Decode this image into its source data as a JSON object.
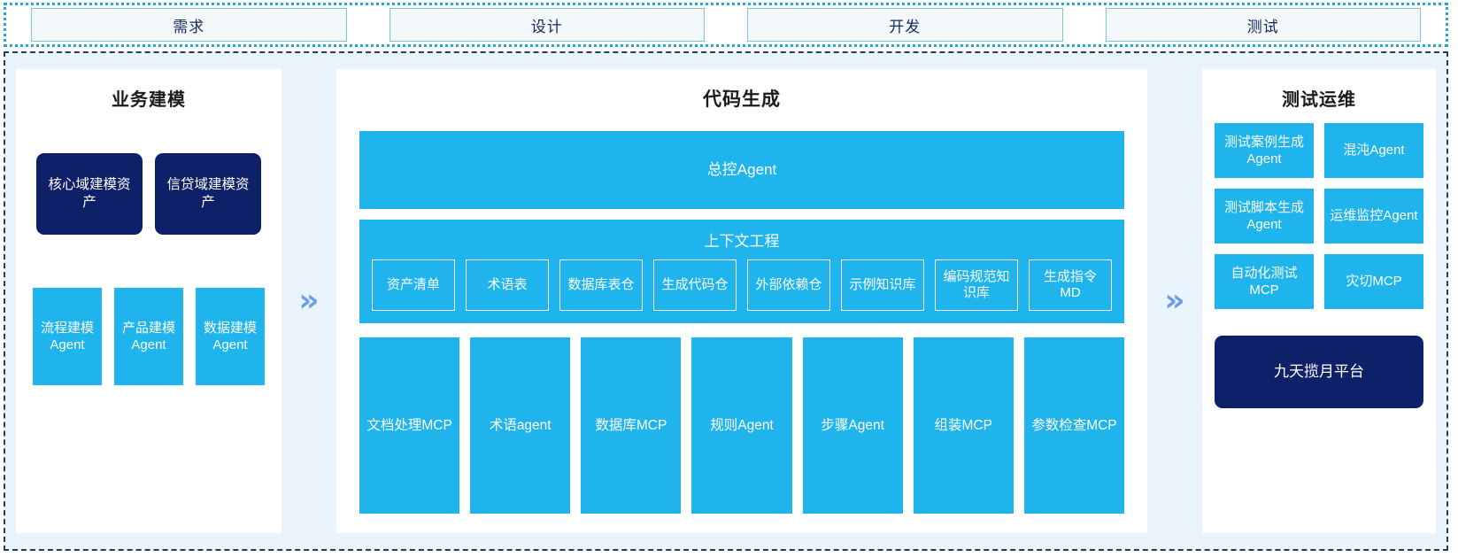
{
  "stages": {
    "items": [
      {
        "label": "需求"
      },
      {
        "label": "设计"
      },
      {
        "label": "开发"
      },
      {
        "label": "测试"
      }
    ]
  },
  "arrows": {
    "glyph_left": "»",
    "glyph_right": "»"
  },
  "colors": {
    "cyan": "#1fb4ec",
    "navy": "#0d2068",
    "panel_bg": "#ffffff",
    "body_bg": "#e9f4fc",
    "arrow": "#6d9de8",
    "stage_border": "#7cc4dd",
    "stage_text": "#12295e"
  },
  "left_panel": {
    "title": "业务建模",
    "assets": [
      {
        "label": "核心域建模资产"
      },
      {
        "label": "信贷域建模资产"
      }
    ],
    "agents": [
      {
        "label": "流程建模Agent"
      },
      {
        "label": "产品建模Agent"
      },
      {
        "label": "数据建模Agent"
      }
    ]
  },
  "middle_panel": {
    "title": "代码生成",
    "master_agent": {
      "label": "总控Agent"
    },
    "context": {
      "title": "上下文工程",
      "items": [
        {
          "label": "资产清单"
        },
        {
          "label": "术语表"
        },
        {
          "label": "数据库表仓"
        },
        {
          "label": "生成代码仓"
        },
        {
          "label": "外部依赖仓"
        },
        {
          "label": "示例知识库"
        },
        {
          "label": "编码规范知识库"
        },
        {
          "label": "生成指令MD"
        }
      ]
    },
    "tools": [
      {
        "label": "文档处理MCP"
      },
      {
        "label": "术语agent"
      },
      {
        "label": "数据库MCP"
      },
      {
        "label": "规则Agent"
      },
      {
        "label": "步骤Agent"
      },
      {
        "label": "组装MCP"
      },
      {
        "label": "参数检查MCP"
      }
    ]
  },
  "right_panel": {
    "title": "测试运维",
    "items": [
      {
        "label": "测试案例生成Agent"
      },
      {
        "label": "混沌Agent"
      },
      {
        "label": "测试脚本生成Agent"
      },
      {
        "label": "运维监控Agent"
      },
      {
        "label": "自动化测试MCP"
      },
      {
        "label": "灾切MCP"
      }
    ],
    "platform": {
      "label": "九天揽月平台"
    }
  }
}
